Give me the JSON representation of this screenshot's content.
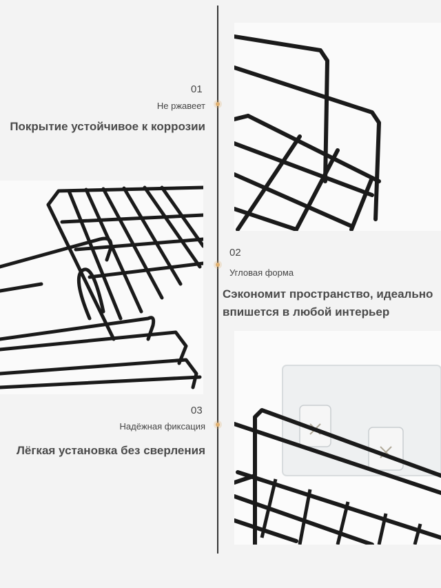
{
  "features": [
    {
      "number": "01",
      "title": "Не ржавеет",
      "description": "Покрытие устойчивое к коррозии"
    },
    {
      "number": "02",
      "title": "Угловая форма",
      "description_line1": "Сэкономит пространство, идеально",
      "description_line2": "впишется в любой интерьер"
    },
    {
      "number": "03",
      "title": "Надёжная фиксация",
      "description": "Лёгкая установка без сверления"
    }
  ],
  "colors": {
    "background": "#f3f3f3",
    "timeline": "#333333",
    "dot": "#e0b070",
    "wire": "#1a1a1a"
  },
  "images": [
    {
      "name": "shelf-corner-closeup-photo",
      "side": "right"
    },
    {
      "name": "shelf-angle-photo",
      "side": "left"
    },
    {
      "name": "shelf-mounting-hooks-photo",
      "side": "right"
    }
  ]
}
